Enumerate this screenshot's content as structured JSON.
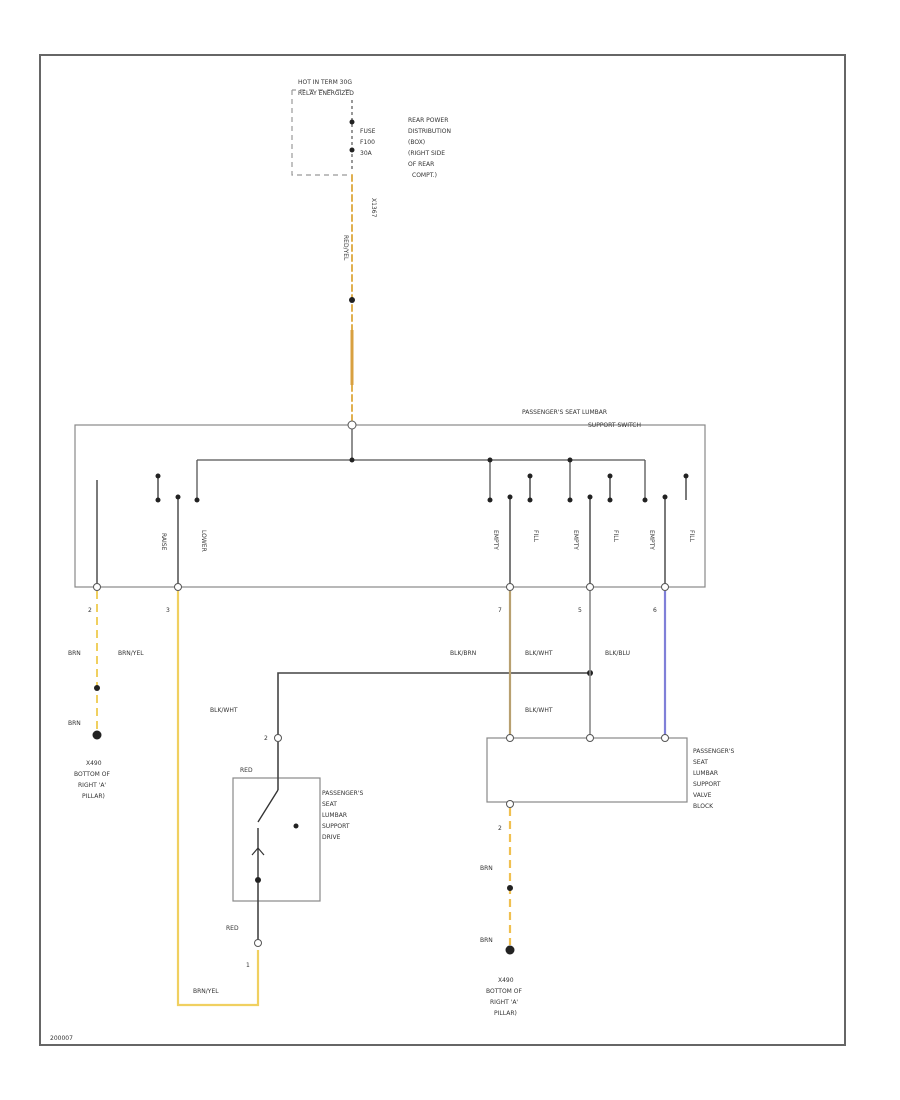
{
  "hot_label": [
    "HOT IN TERM 30G",
    "RELAY ENERGIZED"
  ],
  "fuse": {
    "lines": [
      "FUSE",
      "F100",
      "30A"
    ]
  },
  "rear_power_dist": [
    "REAR POWER",
    "DISTRIBUTION",
    "(BOX)",
    "(RIGHT SIDE",
    "OF REAR",
    "COMPT.)"
  ],
  "wire_colors": {
    "fuse_conn": "X1367",
    "red_yel": "RED/YEL",
    "brn_left": "BRN",
    "brn_left_2": "BRN",
    "brn_yel": "BRN/YEL",
    "blk_brn": "BLK/BRN",
    "blk_wht_1": "BLK/WHT",
    "blk_blu": "BLK/BLU",
    "blk_wht_2": "BLK/WHT",
    "blk_wht_3": "BLK/WHT",
    "red_1": "RED",
    "red_2": "RED",
    "brn_yel_bottom": "BRN/YEL",
    "brn_right": "BRN",
    "brn_right_2": "BRN"
  },
  "switch": {
    "title": [
      "PASSENGER'S SEAT LUMBAR",
      "SUPPORT SWITCH"
    ],
    "pos_labels": [
      "RAISE",
      "LOWER",
      "EMPTY",
      "FILL",
      "EMPTY",
      "FILL",
      "EMPTY",
      "FILL"
    ],
    "pins": [
      "2",
      "3",
      "7",
      "5",
      "6"
    ]
  },
  "ground_left": [
    "X490",
    "BOTTOM OF",
    "RIGHT 'A'",
    "PILLAR)"
  ],
  "ground_right": [
    "X490",
    "BOTTOM OF",
    "RIGHT 'A'",
    "PILLAR)"
  ],
  "drive": {
    "title": [
      "PASSENGER'S",
      "SEAT",
      "LUMBAR",
      "SUPPORT",
      "DRIVE"
    ],
    "pin_top": "2",
    "pin_bottom": "1"
  },
  "valve_block": {
    "title": [
      "PASSENGER'S",
      "SEAT",
      "LUMBAR",
      "SUPPORT",
      "VALVE",
      "BLOCK"
    ],
    "pin": "2"
  },
  "diagram_id": "200007",
  "colors": {
    "yellow": "#f0d060",
    "orange": "#e8a040",
    "tan": "#b8a070",
    "blue": "#8080d8",
    "dark": "#444444"
  }
}
